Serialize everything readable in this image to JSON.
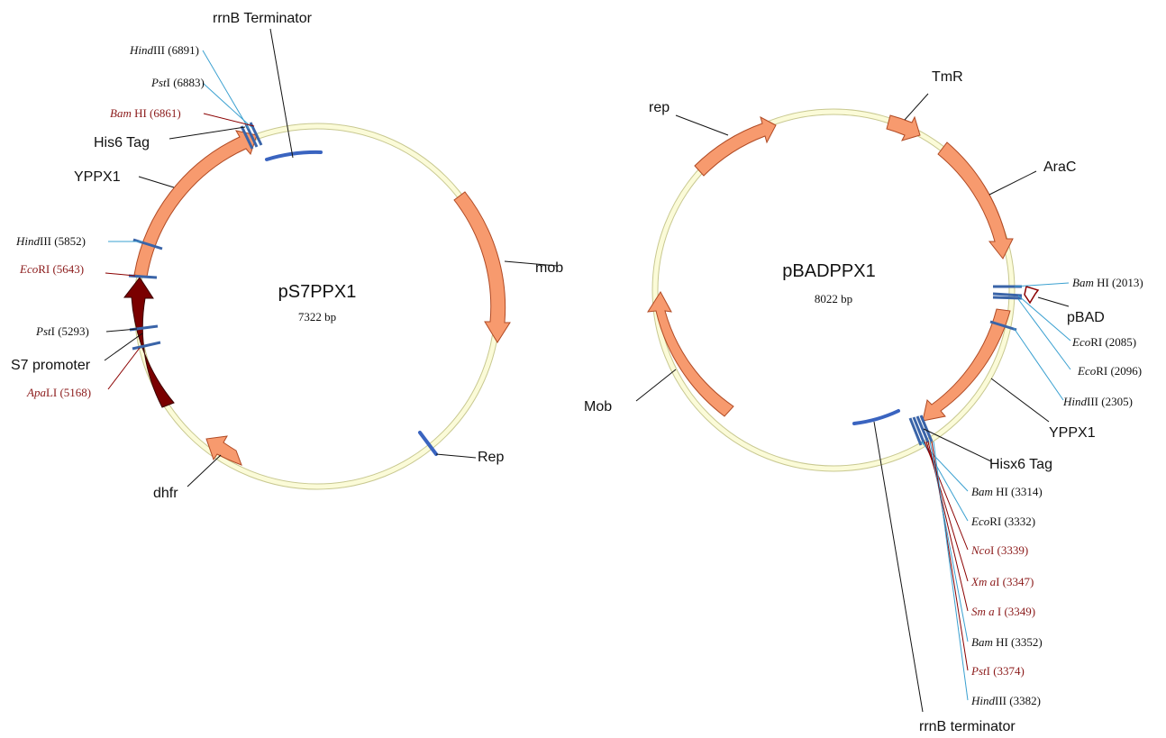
{
  "plasmids": [
    {
      "name": "pS7PPX1",
      "size": "7322 bp",
      "features": [
        "rrnB Terminator",
        "His6 Tag",
        "YPPX1",
        "S7 promoter",
        "dhfr",
        "Rep",
        "mob"
      ],
      "sites": [
        {
          "enzyme": "Hind",
          "suffix": "III (6891)",
          "color": "black"
        },
        {
          "enzyme": "Pst",
          "suffix": "I (6883)",
          "color": "black"
        },
        {
          "enzyme": "Bam",
          "suffix": " HI (6861)",
          "color": "red"
        },
        {
          "enzyme": "Hind",
          "suffix": "III (5852)",
          "color": "black"
        },
        {
          "enzyme": "Eco",
          "suffix": "RI (5643)",
          "color": "red"
        },
        {
          "enzyme": "Pst",
          "suffix": "I (5293)",
          "color": "black"
        },
        {
          "enzyme": "Apa",
          "suffix": "LI (5168)",
          "color": "red"
        }
      ]
    },
    {
      "name": "pBADPPX1",
      "size": "8022 bp",
      "features": [
        "TmR",
        "rep",
        "AraC",
        "pBAD",
        "YPPX1",
        "Hisx6 Tag",
        "Mob",
        "rrnB terminator"
      ],
      "sites": [
        {
          "enzyme": "Bam",
          "suffix": " HI (2013)",
          "color": "black"
        },
        {
          "enzyme": "Eco",
          "suffix": "RI (2085)",
          "color": "black"
        },
        {
          "enzyme": "Eco",
          "suffix": "RI (2096)",
          "color": "black"
        },
        {
          "enzyme": "Hind",
          "suffix": "III (2305)",
          "color": "black"
        },
        {
          "enzyme": "Bam",
          "suffix": " HI (3314)",
          "color": "black"
        },
        {
          "enzyme": "Eco",
          "suffix": "RI (3332)",
          "color": "black"
        },
        {
          "enzyme": "Nco",
          "suffix": "I (3339)",
          "color": "red"
        },
        {
          "enzyme": "Xm a",
          "suffix": "I (3347)",
          "color": "red"
        },
        {
          "enzyme": "Sm a",
          "suffix": " I (3349)",
          "color": "red"
        },
        {
          "enzyme": "Bam",
          "suffix": " HI (3352)",
          "color": "black"
        },
        {
          "enzyme": "Pst",
          "suffix": "I (3374)",
          "color": "red"
        },
        {
          "enzyme": "Hind",
          "suffix": "III (3382)",
          "color": "black"
        }
      ]
    }
  ],
  "colors": {
    "feature": "#f79a6e",
    "promoter": "#7a0000",
    "backbone": "#fbfbd8",
    "marker": "#3a64c0",
    "site_red": "#8b1a1a",
    "lead_blue": "#3aa0d0"
  }
}
